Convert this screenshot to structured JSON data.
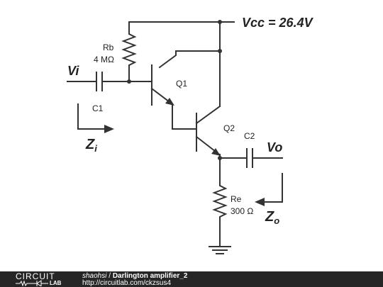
{
  "circuit": {
    "vcc_label": "Vcc = 26.4V",
    "vi_label": "Vi",
    "vo_label": "Vo",
    "rb_name": "Rb",
    "rb_value": "4 MΩ",
    "re_name": "Re",
    "re_value": "300 Ω",
    "c1_label": "C1",
    "c2_label": "C2",
    "q1_label": "Q1",
    "q2_label": "Q2",
    "zi_main": "Z",
    "zi_sub": "i",
    "zo_main": "Z",
    "zo_sub": "o"
  },
  "footer": {
    "logo_top": "CIRCUIT",
    "logo_bottom": "LAB",
    "username": "shaohsi",
    "separator": " / ",
    "title": "Darlington amplifier_2",
    "url": "http://circuitlab.com/ckzsus4"
  },
  "colors": {
    "wire": "#333333",
    "footer_bg": "#262626"
  }
}
